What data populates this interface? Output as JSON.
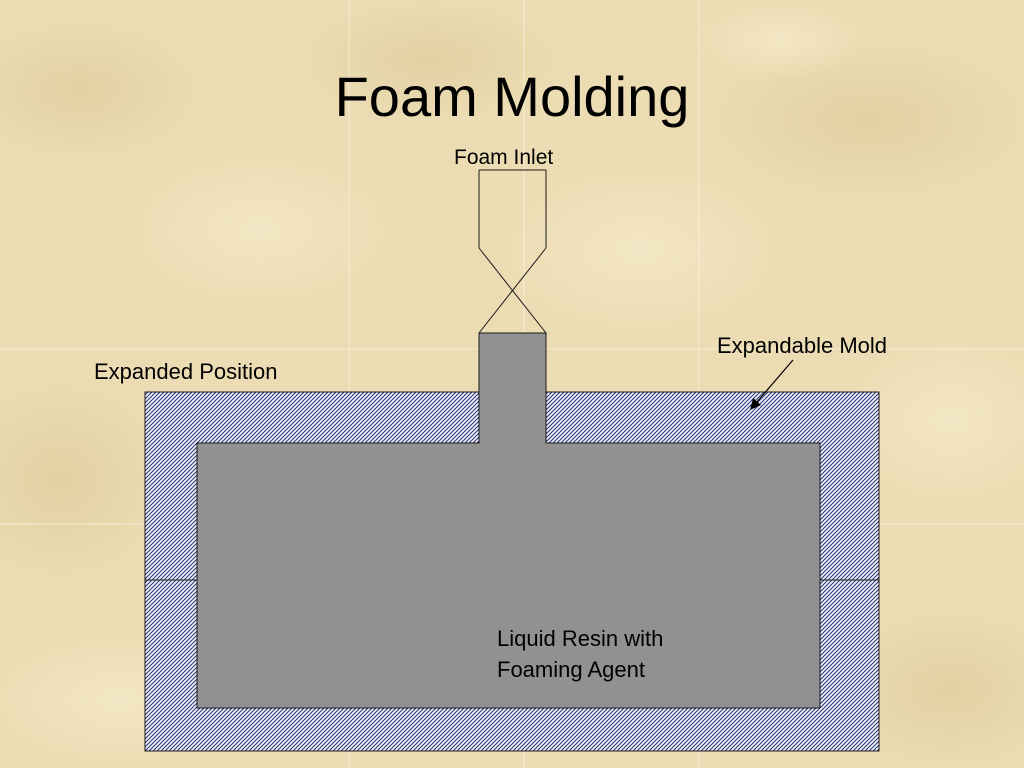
{
  "slide": {
    "title": "Foam Molding"
  },
  "diagram": {
    "labels": {
      "foam_inlet": "Foam Inlet",
      "expandable_mold": "Expandable Mold",
      "expanded_position": "Expanded Position",
      "resin_line1": "Liquid Resin with",
      "resin_line2": "Foaming Agent"
    }
  },
  "colors": {
    "background": "#ecdcb3",
    "mold_hatch": "#2c3a80",
    "resin_fill": "#919191",
    "outline": "#1a1a1a"
  }
}
